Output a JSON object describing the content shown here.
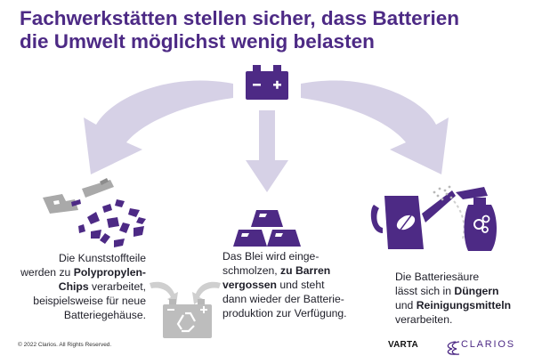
{
  "title": {
    "line1": "Fachwerkstätten stellen sicher, dass Batterien",
    "line2": "die Umwelt möglichst wenig belasten"
  },
  "colors": {
    "purple": "#4d2a85",
    "arrow": "#d6d1e6",
    "gray": "#bdbdbd"
  },
  "icons": [
    "battery-icon",
    "arrow-left-icon",
    "arrow-down-icon",
    "arrow-right-icon",
    "plastic-fragments-icon",
    "recycled-battery-icon",
    "gold-bars-icon",
    "watering-can-icon",
    "spray-bottle-icon"
  ],
  "plastic": {
    "line1": "Die Kunststoffteile",
    "line2_a": "werden zu ",
    "line2_b": "Polypropylen-",
    "line3_a": "Chips",
    "line3_b": " verarbeitet,",
    "line4": "beispielsweise für neue",
    "line5": "Batteriegehäuse."
  },
  "lead": {
    "line1": "Das Blei wird einge-",
    "line2_a": "schmolzen, ",
    "line2_b": "zu Barren",
    "line3_a": "vergossen",
    "line3_b": " und steht",
    "line4": "dann wieder der Batterie-",
    "line5": "produktion zur Verfügung."
  },
  "acid": {
    "line1": "Die Batteriesäure",
    "line2_a": "lässt sich in ",
    "line2_b": "Düngern",
    "line3_a": "und ",
    "line3_b": "Reinigungsmitteln",
    "line4": "verarbeiten."
  },
  "footer": {
    "copyright": "© 2022 Clarios. All Rights Reserved.",
    "varta": "VARTA",
    "clarios": "CLARIOS"
  }
}
